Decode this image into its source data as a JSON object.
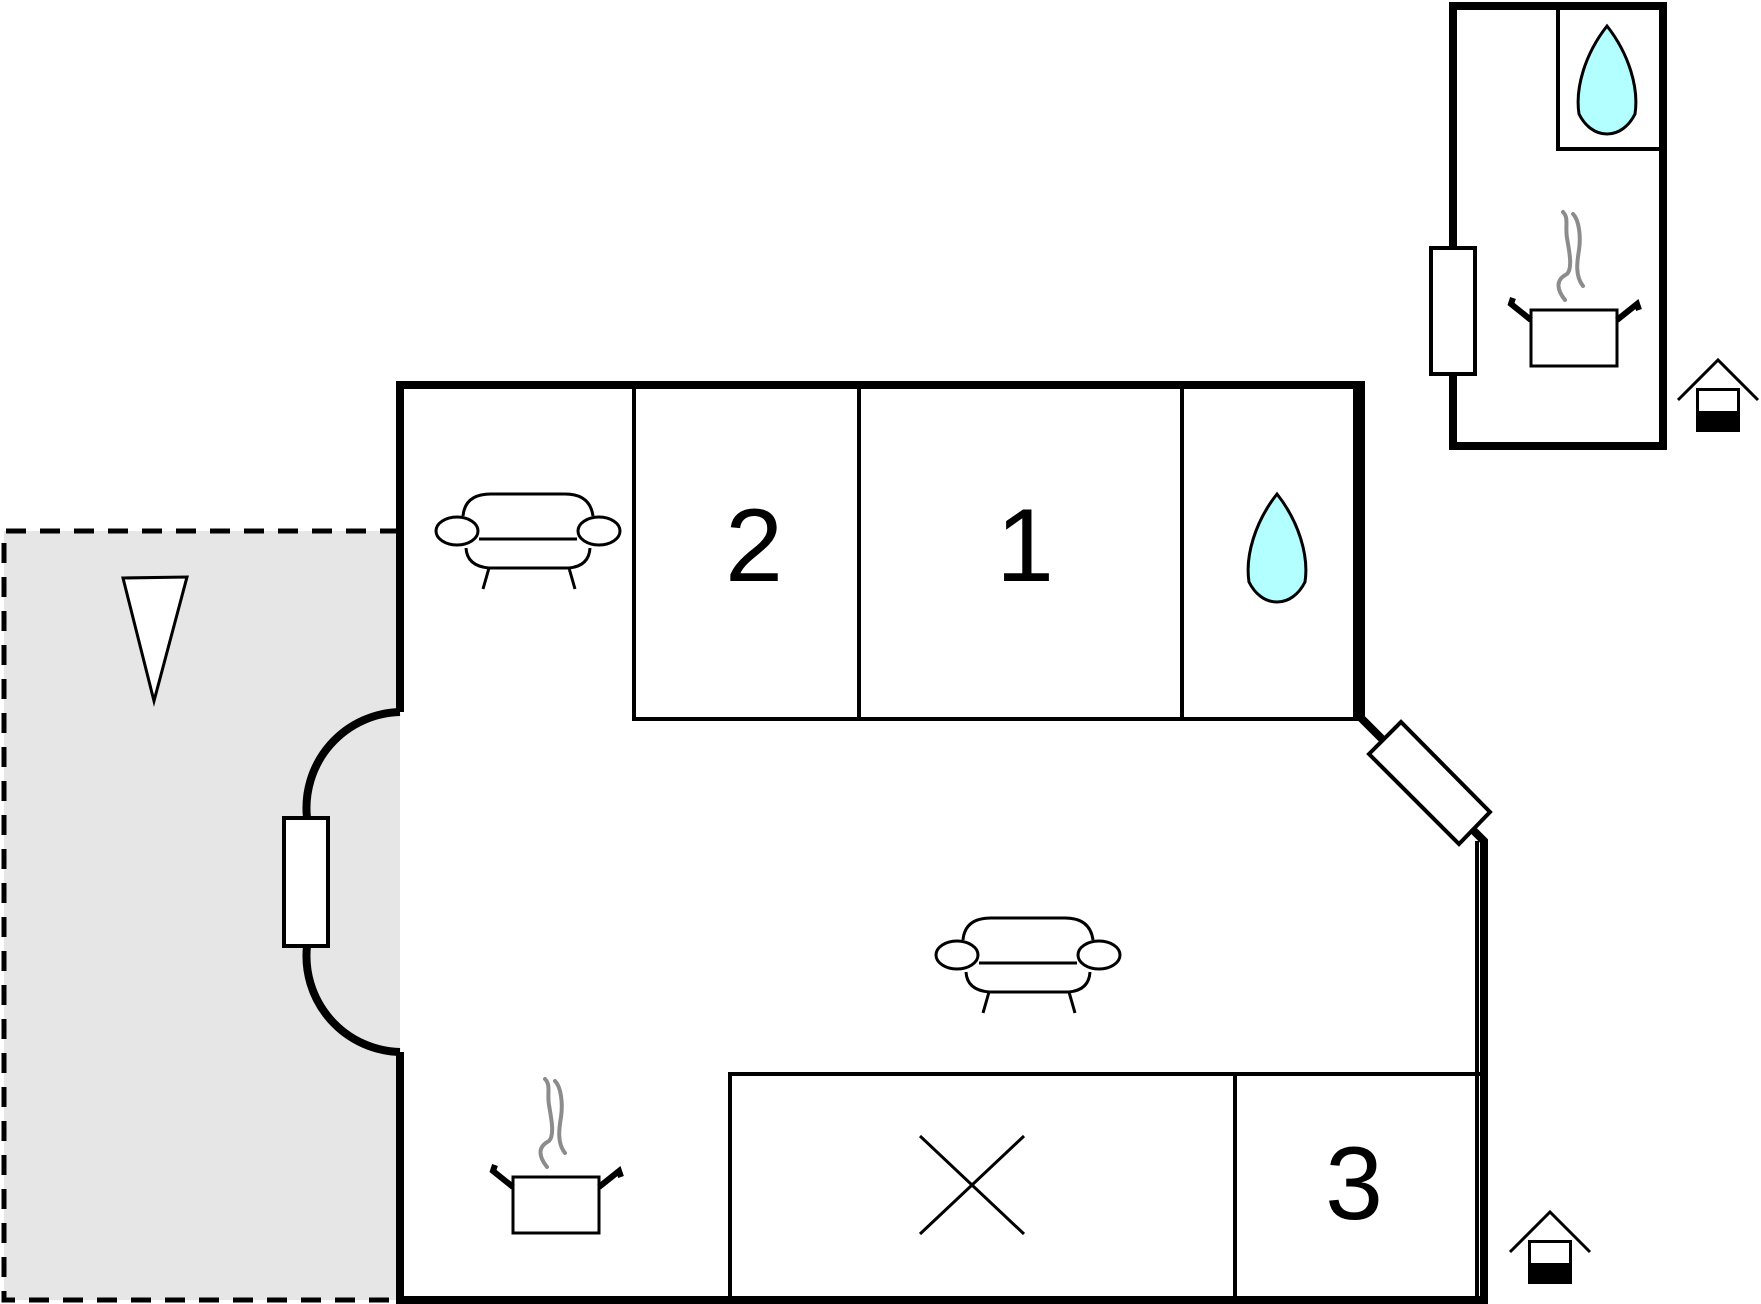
{
  "colors": {
    "wall": "#000000",
    "terrace_fill": "#e6e6e6",
    "water": "#b3ffff",
    "steam": "#8c8c8c",
    "background": "#ffffff"
  },
  "rooms": {
    "bedroom_2": {
      "label": "2"
    },
    "bedroom_1": {
      "label": "1"
    },
    "bedroom_3": {
      "label": "3"
    }
  },
  "icons": [
    "sofa-icon",
    "water-drop-icon",
    "cooking-pot-icon",
    "cross-icon",
    "compass-triangle-icon",
    "house-entrance-icon",
    "window-icon",
    "door-icon"
  ]
}
